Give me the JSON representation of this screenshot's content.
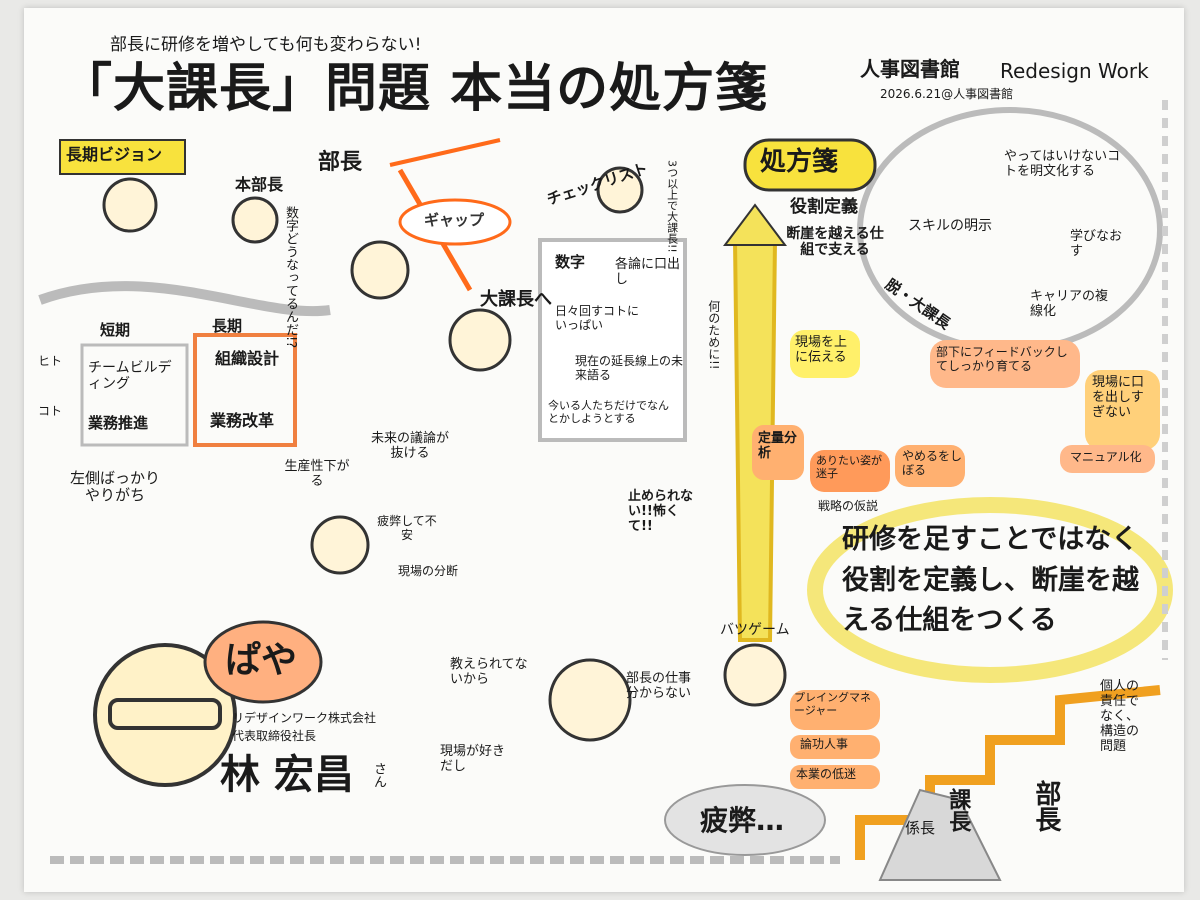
{
  "header": {
    "subtitle": "部長に研修を増やしても何も変わらない!",
    "title": "「大課長」問題 本当の処方箋",
    "brand": "人事図書館",
    "brand_en": "Redesign Work",
    "date_venue": "2026.6.21@人事図書館"
  },
  "left_top": {
    "vision": "長期ビジョン",
    "honbucho": "本部長",
    "honbucho_quote": "数字どうなってるんだ!?",
    "short_term": "短期",
    "long_term": "長期",
    "team_building": "チームビルディング",
    "operations": "業務推進",
    "org_design": "組織設計",
    "reform": "業務改革",
    "hito": "ヒト",
    "koto": "コト"
  },
  "center_top": {
    "bucho": "部長",
    "gap": "ギャップ",
    "daikacho": "大課長へ",
    "checklist": "チェックリスト",
    "check_quote": "3つ以上で大課長!!",
    "items": [
      "数字",
      "各論に口出し",
      "日々回すコトにいっぱい",
      "現在の延長線上の未来語る",
      "今いる人たちだけでなんとかしようとする"
    ]
  },
  "left_mid": {
    "left_bias": "左側ばっかりやりがち",
    "productivity": "生産性下がる",
    "future_talk": "未来の議論が抜ける",
    "fatigue": "疲弊して不安",
    "division": "現場の分断"
  },
  "center_mid": {
    "cant_stop": "止められない!!怖くて!!",
    "for_what": "何のために!!"
  },
  "speaker": {
    "nickname": "ぱや",
    "company": "リデザインワーク株式会社",
    "position": "代表取締役社長",
    "name": "林 宏昌",
    "honorific": "さん"
  },
  "bottom_center": {
    "not_taught": "教えられてないから",
    "bucho_job": "部長の仕事分からない",
    "likes_field": "現場が好きだし",
    "batsu_game": "バツゲーム",
    "playing_manager": "プレイングマネージャー",
    "ronko": "論功人事",
    "undervalued": "本業の低迷",
    "fatigue": "疲弊…"
  },
  "right": {
    "shohousen": "処方箋",
    "role_def": "役割定義",
    "gap_mech": "断崖を越える仕組で支える",
    "spell_out": "やってはいけないコトを明文化する",
    "skill": "スキルの明示",
    "relearn": "学びなおす",
    "career": "キャリアの複線化",
    "datsu": "脱・大課長",
    "tell_field": "現場を上に伝える",
    "feedback": "部下にフィードバックしてしっかり育てる",
    "no_meddle": "現場に口を出しすぎない",
    "manual": "マニュアル化",
    "quant": "定量分析",
    "ideal": "ありたい姿が迷子",
    "narrow": "やめるをしぼる",
    "hypothesis": "戦略の仮説",
    "conclusion": "研修を足すことではなく役割を定義し、断崖を越える仕組をつくる",
    "structure": "個人の責任でなく、構造の問題",
    "kakaricho": "係長",
    "kacho": "課長",
    "bucho": "部長"
  }
}
